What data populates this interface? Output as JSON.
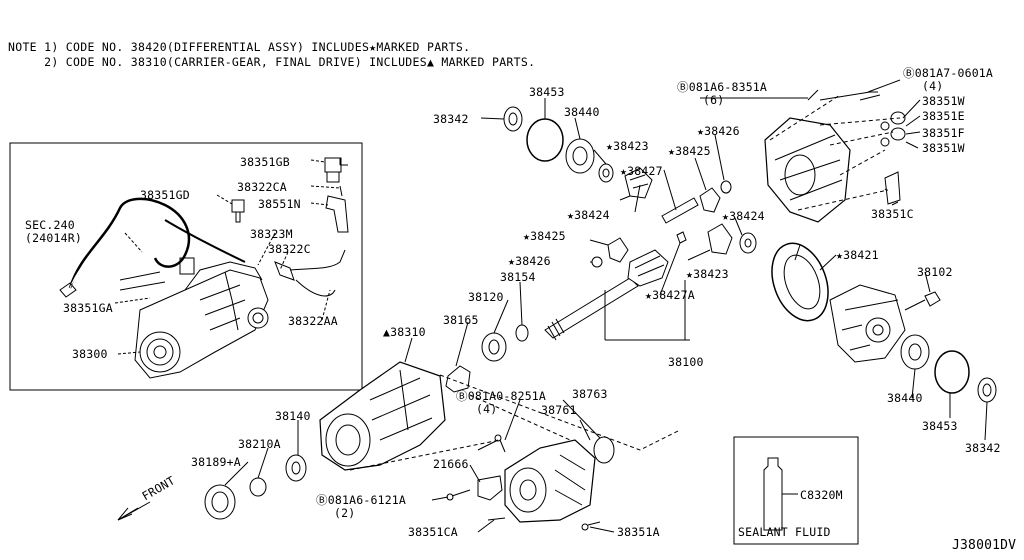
{
  "notes": {
    "line1": "NOTE 1) CODE NO. 38420(DIFFERENTIAL ASSY) INCLUDES★MARKED PARTS.",
    "line2": "     2) CODE NO. 38310(CARRIER-GEAR, FINAL DRIVE) INCLUDES▲ MARKED PARTS."
  },
  "labels": {
    "p38342_top": "38342",
    "p38453_top": "38453",
    "p38440_top": "38440",
    "p38423_a": "★38423",
    "p38424_a": "★38424",
    "p38427": "★38427",
    "p38425_a": "★38425",
    "p38426_a": "★38426",
    "p38426_b": "★38426",
    "p38425_b": "★38425",
    "p38424_b": "★38424",
    "p38423_b": "★38423",
    "p38427A": "★38427A",
    "p38421": "★38421",
    "p38102": "38102",
    "p38154": "38154",
    "p38120": "38120",
    "p38165": "38165",
    "p38100": "38100",
    "p38440_bot": "38440",
    "p38453_bot": "38453",
    "p38342_bot": "38342",
    "p38310": "▲38310",
    "p38140": "38140",
    "p38210A": "38210A",
    "p38189A": "38189+A",
    "bolt_081A6_6121A": "Ⓑ081A6-6121A",
    "bolt_081A6_6121A_qty": "(2)",
    "bolt_081A0_8251A": "Ⓑ081A0-8251A",
    "bolt_081A0_8251A_qty": "(4)",
    "p38763": "38763",
    "p38761": "38761",
    "p21666": "21666",
    "p38351CA": "38351CA",
    "p38351A": "38351A",
    "bolt_081A6_8351A": "Ⓑ081A6-8351A",
    "bolt_081A6_8351A_qty": "(6)",
    "bolt_081A7_0601A": "Ⓑ081A7-0601A",
    "bolt_081A7_0601A_qty": "(4)",
    "p38351W_a": "38351W",
    "p38351E": "38351E",
    "p38351F": "38351F",
    "p38351W_b": "38351W",
    "p38351C": "38351C",
    "p38351GB": "38351GB",
    "p38351GD": "38351GD",
    "p38322CA": "38322CA",
    "p38551N": "38551N",
    "sec240": "SEC.240",
    "sec240_ref": "(24014R)",
    "p38323M": "38323M",
    "p38322C": "38322C",
    "p38351GA": "38351GA",
    "p38322AA": "38322AA",
    "p38300": "38300",
    "front": "FRONT",
    "sealant_code": "C8320M",
    "sealant_caption": "SEALANT FLUID",
    "diagram_id": "J38001DV"
  }
}
